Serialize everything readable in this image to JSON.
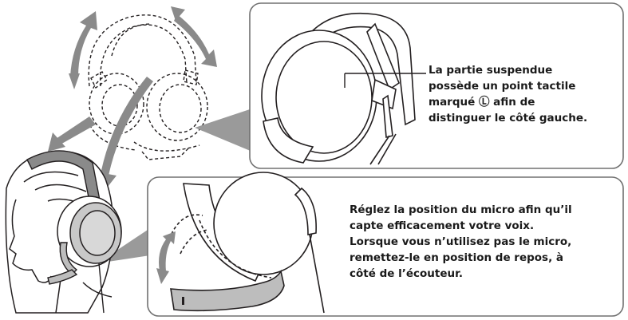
{
  "top_callout": {
    "lines": [
      "La partie suspendue",
      "possède un point tactile",
      "marqué Ⓛ afin de",
      "distinguer le côté gauche."
    ]
  },
  "bottom_callout": {
    "lines": [
      "Réglez la position du micro afin qu’il",
      "capte efficacement votre voix.",
      "Lorsque vous n’utilisez pas le micro,",
      "remettez-le en position de repos, à",
      "côté de l’écouteur."
    ]
  },
  "colors": {
    "outline": "#231f20",
    "arrow_gray": "#8a8a8a",
    "panel_border": "#707070",
    "fill_gray": "#c8c8c8"
  }
}
